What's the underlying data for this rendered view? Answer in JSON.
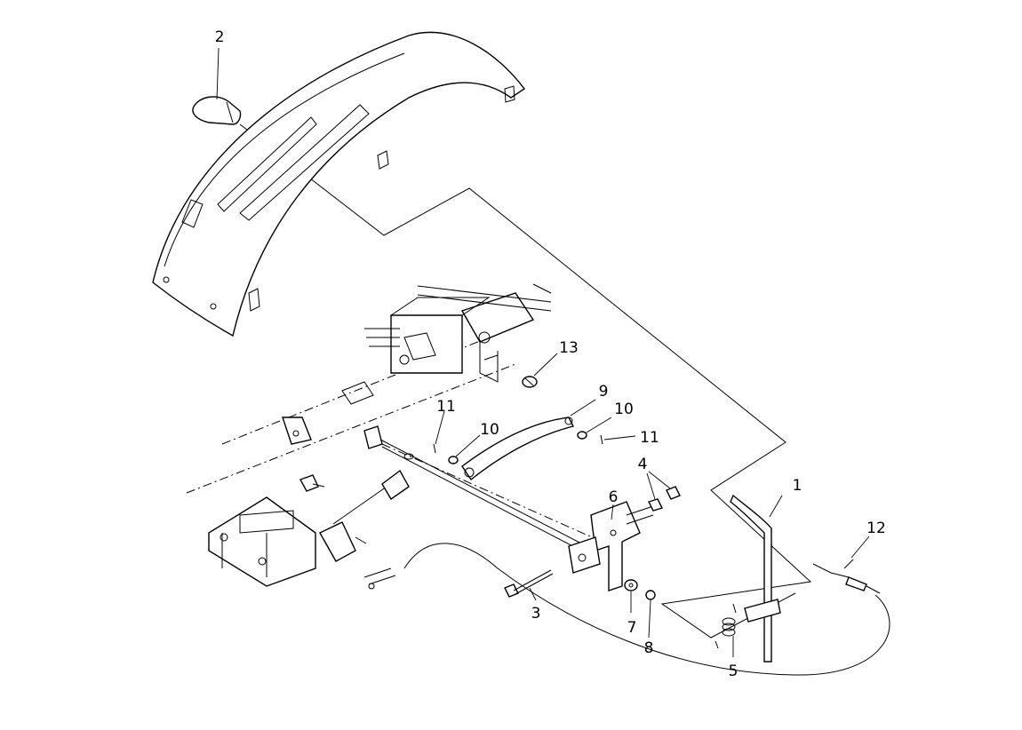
{
  "diagram": {
    "labels": {
      "p1": "1",
      "p2": "2",
      "p3": "3",
      "p4": "4",
      "p5": "5",
      "p6": "6",
      "p7": "7",
      "p8": "8",
      "p9": "9",
      "p10a": "10",
      "p10b": "10",
      "p11a": "11",
      "p11b": "11",
      "p12": "12",
      "p13": "13"
    }
  }
}
